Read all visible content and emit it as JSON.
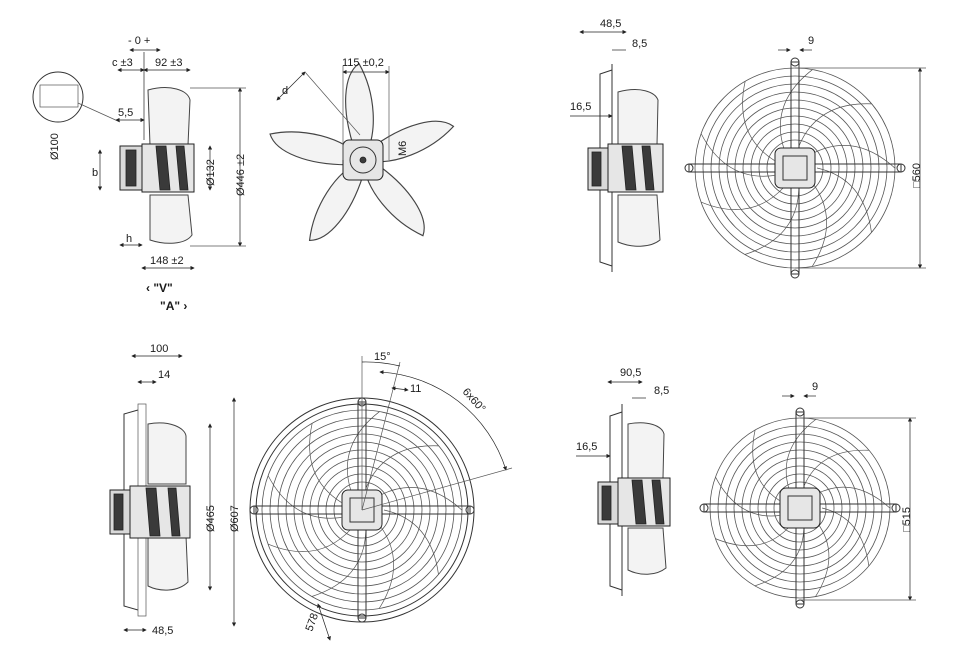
{
  "view1": {
    "tolerance_minus_plus": "- 0 +",
    "c_tol": "c ±3",
    "dim_92": "92 ±3",
    "dim_5_5": "5,5",
    "dia_100": "Ø100",
    "b": "b",
    "h": "h",
    "dia_132": "Ø132",
    "dia_446": "Ø446 ±2",
    "dim_148": "148 ±2",
    "flow_v": "\"V\"",
    "flow_a": "\"A\""
  },
  "view2": {
    "dim_115": "115 ±0,2",
    "d": "d",
    "m6": "M6"
  },
  "view3": {
    "dim_48_5": "48,5",
    "dim_8_5": "8,5",
    "dim_16_5": "16,5",
    "dim_9": "9",
    "sq_560": "□560"
  },
  "view4": {
    "dim_100": "100",
    "dim_14": "14",
    "dia_465": "Ø465",
    "dia_607": "Ø607",
    "dim_48_5": "48,5"
  },
  "view5": {
    "angle_15": "15°",
    "dim_11": "11",
    "angle_6x60": "6x60°",
    "dim_578": "578"
  },
  "view6": {
    "dim_90_5": "90,5",
    "dim_8_5": "8,5",
    "dim_16_5": "16,5",
    "dim_9": "9",
    "sq_515": "□515"
  }
}
